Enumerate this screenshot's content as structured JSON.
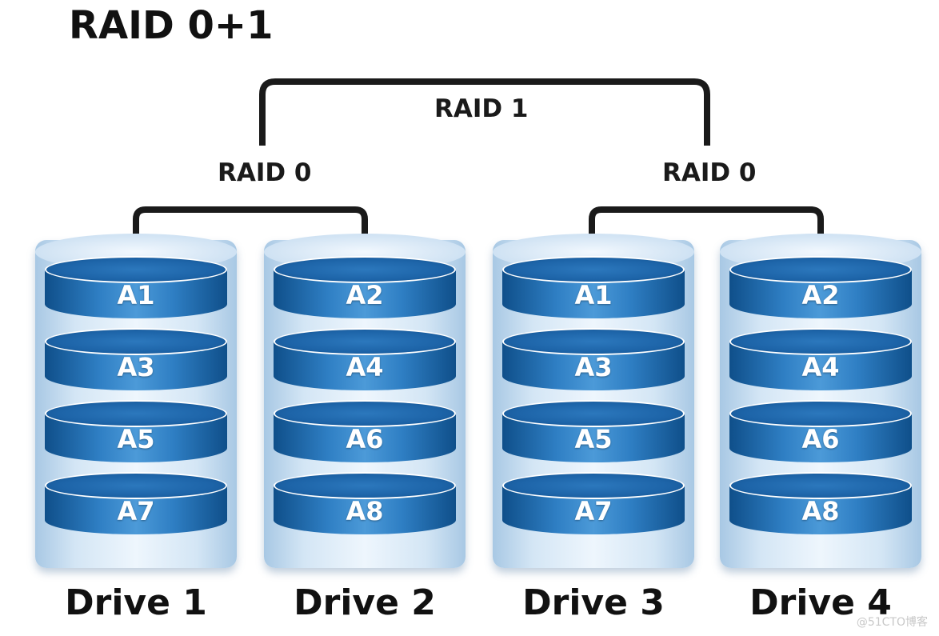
{
  "title": "RAID 0+1",
  "labels": {
    "raid1": "RAID 1",
    "raid0_left": "RAID 0",
    "raid0_right": "RAID 0"
  },
  "drives": [
    {
      "name": "Drive 1",
      "blocks": [
        "A1",
        "A3",
        "A5",
        "A7"
      ]
    },
    {
      "name": "Drive 2",
      "blocks": [
        "A2",
        "A4",
        "A6",
        "A8"
      ]
    },
    {
      "name": "Drive 3",
      "blocks": [
        "A1",
        "A3",
        "A5",
        "A7"
      ]
    },
    {
      "name": "Drive 4",
      "blocks": [
        "A2",
        "A4",
        "A6",
        "A8"
      ]
    }
  ],
  "watermark": "@51CTO博客",
  "colors": {
    "platter": "#2f7fc4",
    "connector": "#1a1a1a"
  }
}
